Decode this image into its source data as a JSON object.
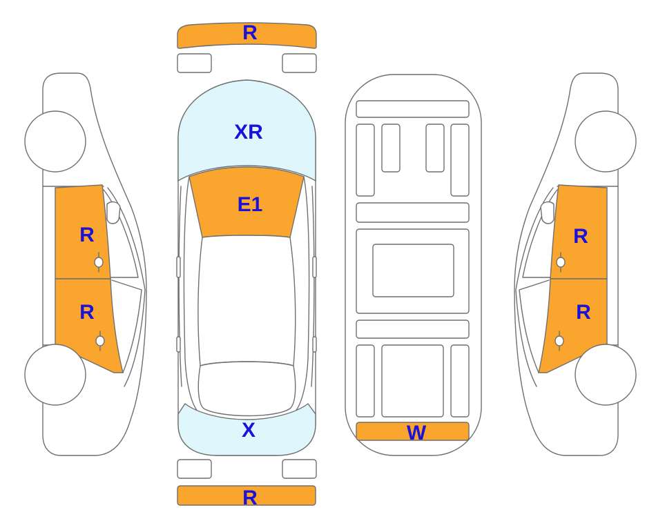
{
  "colors": {
    "damage_orange": "#F9A52E",
    "glass_blue": "#DFF6FD",
    "outline_gray": "#6F6F6F",
    "label_blue": "#1A12D8"
  },
  "diagram": {
    "front_bumper": {
      "code": "R"
    },
    "rear_bumper": {
      "code": "R"
    },
    "windshield": {
      "code": "XR"
    },
    "hood": {
      "code": "E1"
    },
    "rear_window": {
      "code": "X"
    },
    "underbody_rear": {
      "code": "W"
    },
    "left_side": {
      "front_door": {
        "code": "R"
      },
      "rear_door": {
        "code": "R"
      }
    },
    "right_side": {
      "front_door": {
        "code": "R"
      },
      "rear_door": {
        "code": "R"
      }
    }
  }
}
